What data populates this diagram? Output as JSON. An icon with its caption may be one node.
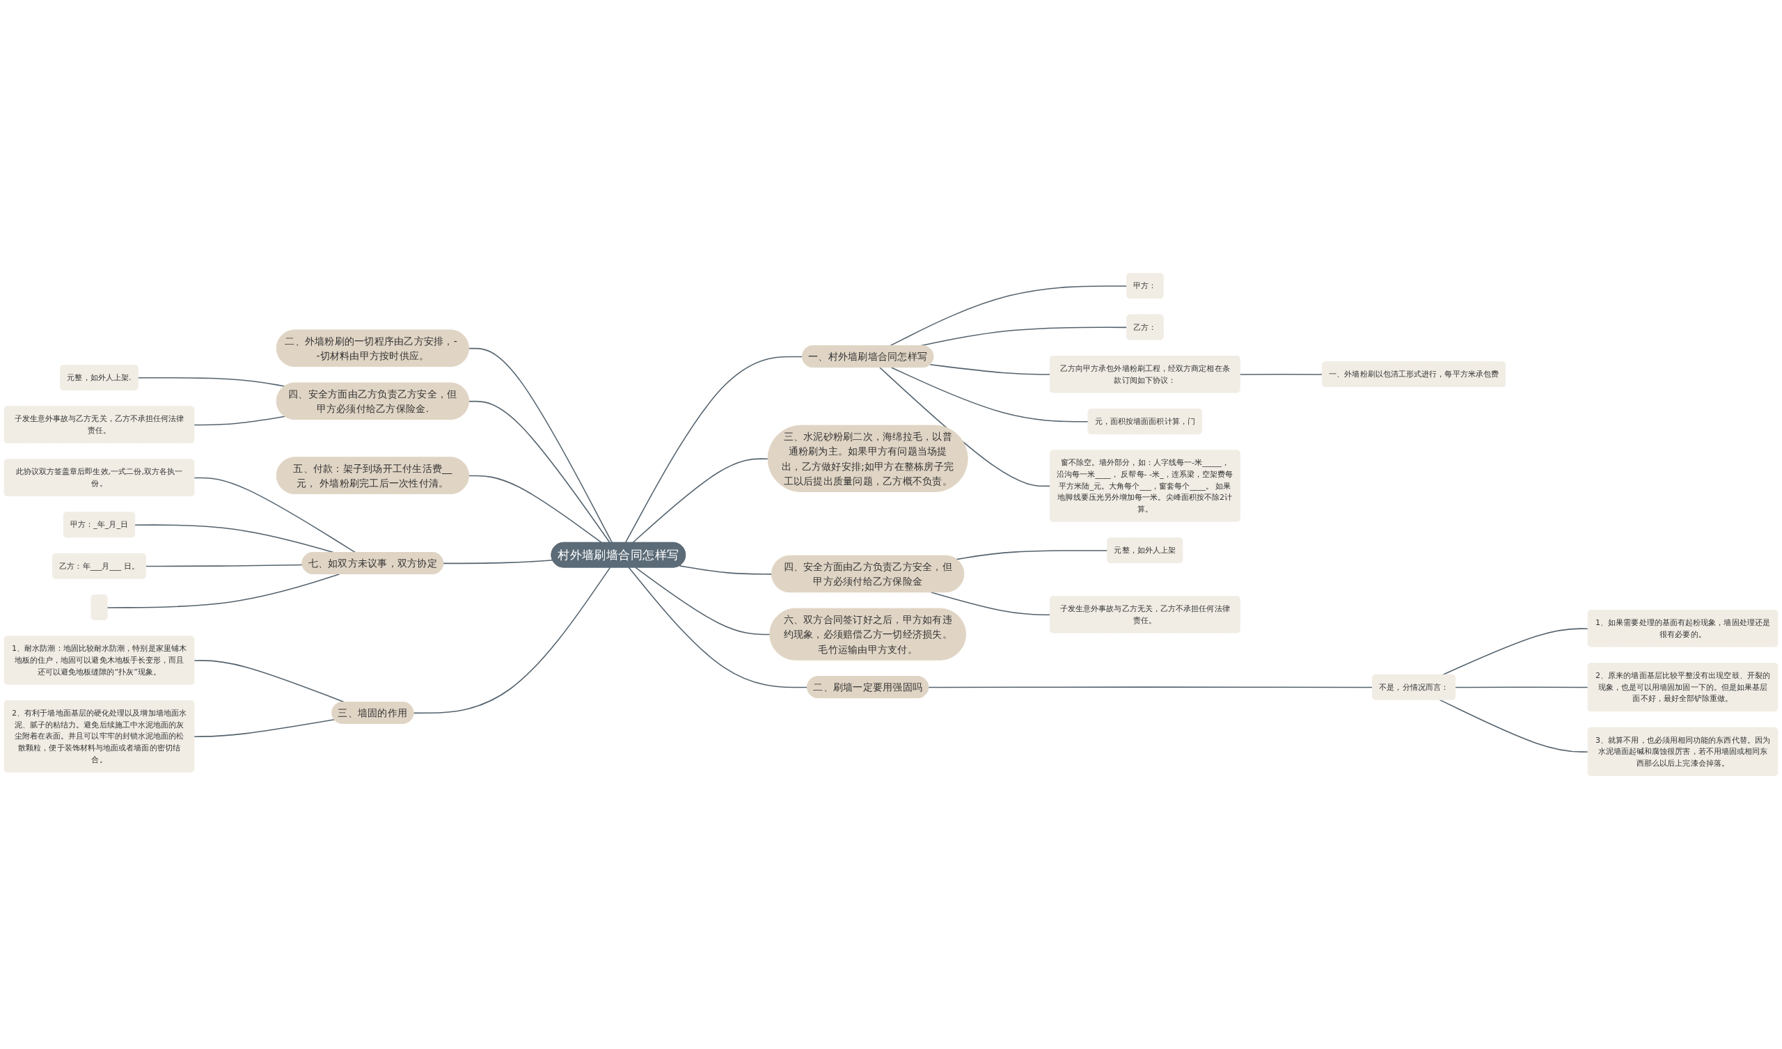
{
  "diagram": {
    "nodes": [
      {
        "text": [
          "村外墙刷墙合同怎样写"
        ]
      },
      {
        "text": [
          "一、村外墙刷墙合同怎样写"
        ]
      },
      {
        "text": [
          "甲方："
        ]
      },
      {
        "text": [
          "乙方："
        ]
      },
      {
        "text": [
          "乙方向甲方承包外墙粉刷工程，经双方商定相在条款订阅如下协议："
        ]
      },
      {
        "text": [
          "一、外墙粉刷以包清工形式进行，每平方米承包费"
        ]
      },
      {
        "text": [
          "元，面积按墙面面积计算，门"
        ]
      },
      {
        "text": [
          "窗不除空。墙外部分，如：人字线每一-米_____，沿沟每一米____， 反帮每- -米_，连系梁，空架费每平方米陆_元。大角每个___，窗套每个____。 如果地脚线要压光另外增加每一米。尖峰面积按不除2计算。"
        ]
      },
      {
        "text": [
          "三、水泥砂粉刷二次，海绵拉毛，以普通粉刷为主。如果甲方有问题当场提出，乙方做好安排;如甲方在整栋房子完工以后提出质量问题，乙方概不负责。"
        ]
      },
      {
        "text": [
          "四、安全方面由乙方负责乙方安全，但甲方必须付给乙方保险金"
        ]
      },
      {
        "text": [
          "元整，如外人上架"
        ]
      },
      {
        "text": [
          "子发生意外事故与乙方无关，乙方不承担任何法律责任。"
        ]
      },
      {
        "text": [
          "六、双方合同签订好之后，甲方如有违约现象，必须赔偿乙方一切经济损失。毛竹运输由甲方支付。"
        ]
      },
      {
        "text": [
          "二、刷墙一定要用强固吗"
        ]
      },
      {
        "text": [
          "不是，分情况而言："
        ]
      },
      {
        "text": [
          "1、如果需要处理的基面有起粉现象，墙固处理还是很有必要的。"
        ]
      },
      {
        "text": [
          "2、原来的墙面基层比较平整没有出现空鼓、开裂的现象，也是可以用墙固加固一下的。但是如果基层面不好，最好全部铲除重做。"
        ]
      },
      {
        "text": [
          "3、就算不用，也必须用相同功能的东西代替。因为水泥墙面起碱和腐蚀很厉害，若不用墙固或相同东西那么以后上完漆会掉落。"
        ]
      },
      {
        "text": [
          "二、外墙粉刷的一切程序由乙方安排，- -切材料由甲方按时供应。"
        ]
      },
      {
        "text": [
          "四、安全方面由乙方负责乙方安全，但甲方必须付给乙方保险金."
        ]
      },
      {
        "text": [
          "元整，如外人上架."
        ]
      },
      {
        "text": [
          "子发生意外事故与乙方无关，乙方不承担任何法律责任。"
        ]
      },
      {
        "text": [
          "五、付款：架子到场开工付生活费__元， 外墙粉刷完工后一次性付清。"
        ]
      },
      {
        "text": [
          "七、如双方未议事，双方协定"
        ]
      },
      {
        "text": [
          "此协议双方签盖章后即生效,一式二份,双方各执一份。"
        ]
      },
      {
        "text": [
          "甲方：_年_月_日"
        ]
      },
      {
        "text": [
          "乙方：年___月___ 日。"
        ]
      },
      {
        "text": [],
        "shape": "box"
      },
      {
        "text": [
          "三、墙固的作用"
        ]
      },
      {
        "text": [
          "1、耐水防潮：地固比较耐水防潮，特别是家里铺木地板的住户，地固可以避免木地板手长变形，而且还可以避免地板缝隙的“扑灰”现象。"
        ]
      },
      {
        "text": [
          "2、有利于墙地面基层的硬化处理以及增加墙地面水泥、腻子的粘结力。避免后续施工中水泥地面的灰尘附着在表面。并且可以牢牢的封锁水泥地面的松散颗粒，便于装饰材料与地面或者墙面的密切结合。"
        ]
      }
    ],
    "edges": [
      {
        "from": 0,
        "to": 1,
        "arrow": "none"
      },
      {
        "from": 1,
        "to": 2,
        "arrow": "none"
      },
      {
        "from": 1,
        "to": 3,
        "arrow": "none"
      },
      {
        "from": 1,
        "to": 4,
        "arrow": "none"
      },
      {
        "from": 4,
        "to": 5,
        "arrow": "none"
      },
      {
        "from": 1,
        "to": 6,
        "arrow": "none"
      },
      {
        "from": 1,
        "to": 7,
        "arrow": "none"
      },
      {
        "from": 0,
        "to": 8,
        "arrow": "none"
      },
      {
        "from": 0,
        "to": 9,
        "arrow": "none"
      },
      {
        "from": 9,
        "to": 10,
        "arrow": "none"
      },
      {
        "from": 9,
        "to": 11,
        "arrow": "none"
      },
      {
        "from": 0,
        "to": 12,
        "arrow": "none"
      },
      {
        "from": 0,
        "to": 13,
        "arrow": "none"
      },
      {
        "from": 13,
        "to": 14,
        "arrow": "none"
      },
      {
        "from": 14,
        "to": 15,
        "arrow": "none"
      },
      {
        "from": 14,
        "to": 16,
        "arrow": "none"
      },
      {
        "from": 14,
        "to": 17,
        "arrow": "none"
      },
      {
        "from": 0,
        "to": 18,
        "arrow": "none"
      },
      {
        "from": 0,
        "to": 19,
        "arrow": "none"
      },
      {
        "from": 19,
        "to": 20,
        "arrow": "none"
      },
      {
        "from": 19,
        "to": 21,
        "arrow": "none"
      },
      {
        "from": 0,
        "to": 22,
        "arrow": "none"
      },
      {
        "from": 0,
        "to": 23,
        "arrow": "none"
      },
      {
        "from": 23,
        "to": 24,
        "arrow": "none"
      },
      {
        "from": 23,
        "to": 25,
        "arrow": "none"
      },
      {
        "from": 23,
        "to": 26,
        "arrow": "none"
      },
      {
        "from": 23,
        "to": 27,
        "arrow": "none"
      },
      {
        "from": 0,
        "to": 28,
        "arrow": "none"
      },
      {
        "from": 28,
        "to": 29,
        "arrow": "none"
      },
      {
        "from": 28,
        "to": 30,
        "arrow": "none"
      }
    ]
  }
}
